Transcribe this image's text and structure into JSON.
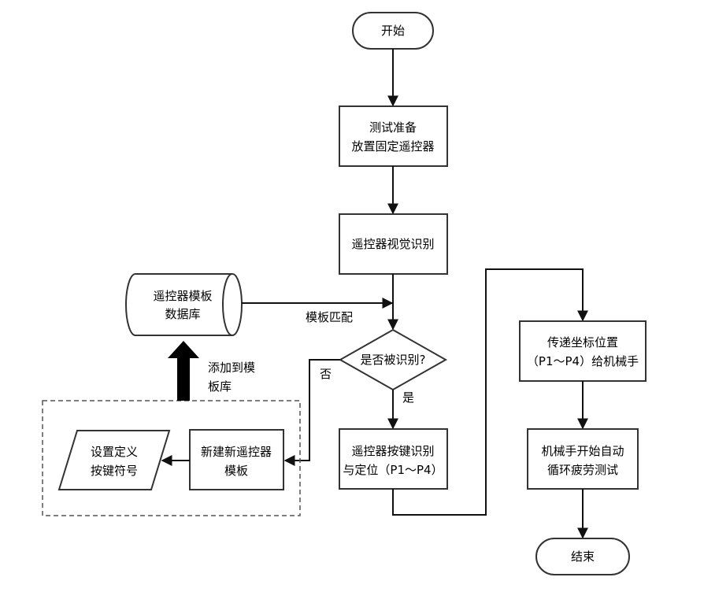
{
  "nodes": {
    "start": "开始",
    "prep_line1": "测试准备",
    "prep_line2": "放置固定遥控器",
    "vision": "遥控器视觉识别",
    "db_line1": "遥控器模板",
    "db_line2": "数据库",
    "decision": "是否被识别?",
    "new_template_line1": "新建新遥控器",
    "new_template_line2": "模板",
    "define_line1": "设置定义",
    "define_line2": "按键符号",
    "locate_line1": "遥控器按键识别",
    "locate_line2": "与定位（P1～P4）",
    "transfer_line1": "传递坐标位置",
    "transfer_line2": "（P1～P4）给机械手",
    "robot_line1": "机械手开始自动",
    "robot_line2": "循环疲劳测试",
    "end": "结束"
  },
  "labels": {
    "template_match": "模板匹配",
    "add_line1": "添加到模",
    "add_line2": "板库",
    "no": "否",
    "yes": "是"
  }
}
